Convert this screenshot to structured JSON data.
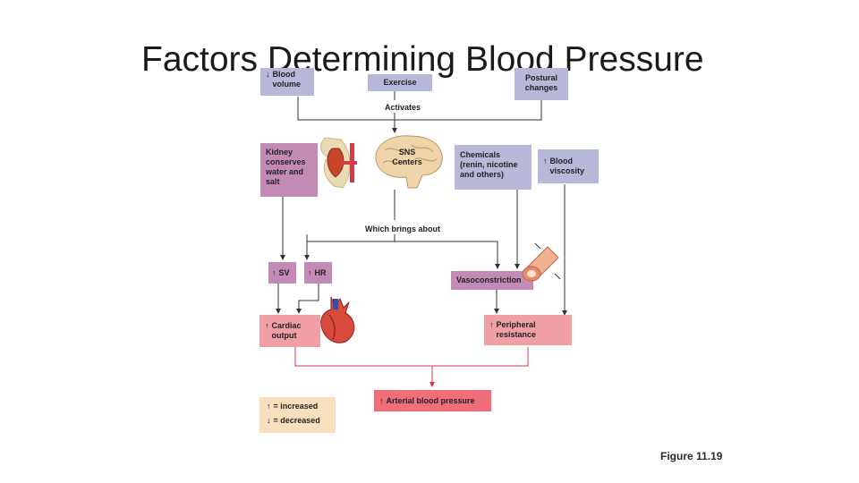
{
  "slide": {
    "title": "Factors Determining Blood Pressure",
    "caption": "Figure 11.19"
  },
  "diagram": {
    "blood_volume": {
      "arrow": "↓",
      "line1": "Blood",
      "line2": "volume"
    },
    "exercise": "Exercise",
    "postural": {
      "line1": "Postural",
      "line2": "changes"
    },
    "activates": "Activates",
    "kidney": [
      "Kidney",
      "conserves",
      "water and",
      "salt"
    ],
    "sns": {
      "line1": "SNS",
      "line2": "Centers"
    },
    "chemicals": [
      "Chemicals",
      "(renin, nicotine",
      "and others)"
    ],
    "viscosity": {
      "arrow": "↑",
      "line1": "Blood",
      "line2": "viscosity"
    },
    "brings_about": "Which brings about",
    "sv": {
      "arrow": "↑",
      "label": "SV"
    },
    "hr": {
      "arrow": "↑",
      "label": "HR"
    },
    "vasoconstriction": "Vasoconstriction",
    "cardiac_output": {
      "arrow": "↑",
      "line1": "Cardiac",
      "line2": "output"
    },
    "peripheral": {
      "arrow": "↑",
      "line1": "Peripheral",
      "line2": "resistance"
    },
    "arterial": {
      "arrow": "↑",
      "label": "Arterial blood pressure"
    },
    "key": {
      "up_arrow": "↑",
      "up_label": "= increased",
      "down_arrow": "↓",
      "down_label": "= decreased"
    }
  },
  "colors": {
    "lavender_box": "#b8b9da",
    "mauve_box": "#c38ab6",
    "salmon_box": "#f0a0a4",
    "red_box": "#ef6e7a",
    "key_box": "#f8e0bd",
    "black_line": "#333333",
    "red_line": "#d6354a"
  },
  "icons": [
    "kidney-icon",
    "brain-icon",
    "heart-icon",
    "artery-icon"
  ]
}
